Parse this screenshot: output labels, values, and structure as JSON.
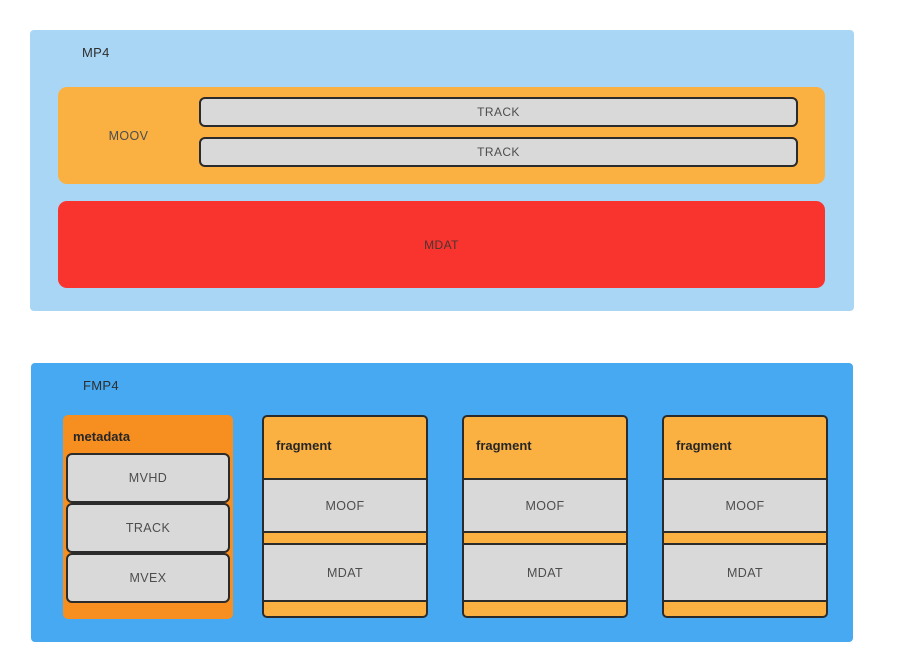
{
  "diagram": {
    "mp4": {
      "label": "MP4",
      "moov": {
        "label": "MOOV",
        "tracks": [
          "TRACK",
          "TRACK"
        ]
      },
      "mdat": {
        "label": "MDAT"
      }
    },
    "fmp4": {
      "label": "FMP4",
      "metadata": {
        "label": "metadata",
        "boxes": [
          "MVHD",
          "TRACK",
          "MVEX"
        ]
      },
      "fragments": [
        {
          "label": "fragment",
          "moof": "MOOF",
          "mdat": "MDAT"
        },
        {
          "label": "fragment",
          "moof": "MOOF",
          "mdat": "MDAT"
        },
        {
          "label": "fragment",
          "moof": "MOOF",
          "mdat": "MDAT"
        }
      ]
    }
  },
  "colors": {
    "mp4_bg": "#A9D6F4",
    "fmp4_bg": "#47A9F1",
    "orange_light": "#FBB042",
    "orange_dark": "#F78E20",
    "red": "#F9342F",
    "box_gray": "#D9D9D9",
    "border_dark": "#2B2B2B"
  }
}
